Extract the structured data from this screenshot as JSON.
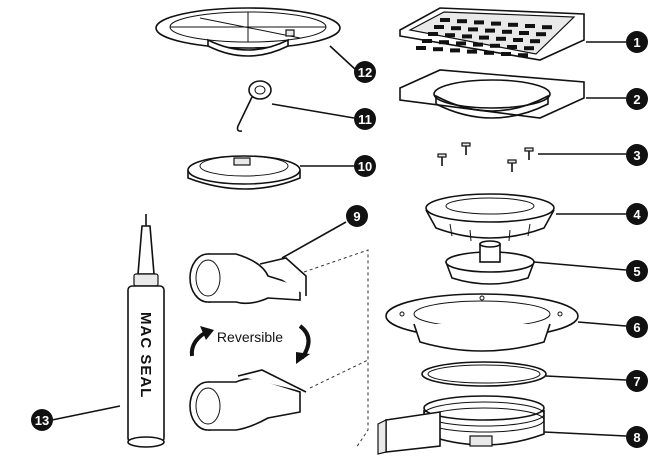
{
  "parts": [
    {
      "number": "1",
      "icon": "grate-icon"
    },
    {
      "number": "2",
      "icon": "square-frame-icon"
    },
    {
      "number": "3",
      "icon": "screws-icon"
    },
    {
      "number": "4",
      "icon": "clamping-ring-icon"
    },
    {
      "number": "5",
      "icon": "trap-insert-icon"
    },
    {
      "number": "6",
      "icon": "flange-body-icon"
    },
    {
      "number": "7",
      "icon": "o-ring-icon"
    },
    {
      "number": "8",
      "icon": "drain-outlet-icon"
    },
    {
      "number": "9",
      "icon": "adapter-outlet-icon"
    },
    {
      "number": "10",
      "icon": "collar-ring-icon"
    },
    {
      "number": "11",
      "icon": "lifting-key-icon"
    },
    {
      "number": "12",
      "icon": "round-grate-icon"
    },
    {
      "number": "13",
      "icon": "sealant-tube-icon"
    }
  ],
  "reversible_label": "Reversible",
  "sealant_label": "MAC SEAL"
}
